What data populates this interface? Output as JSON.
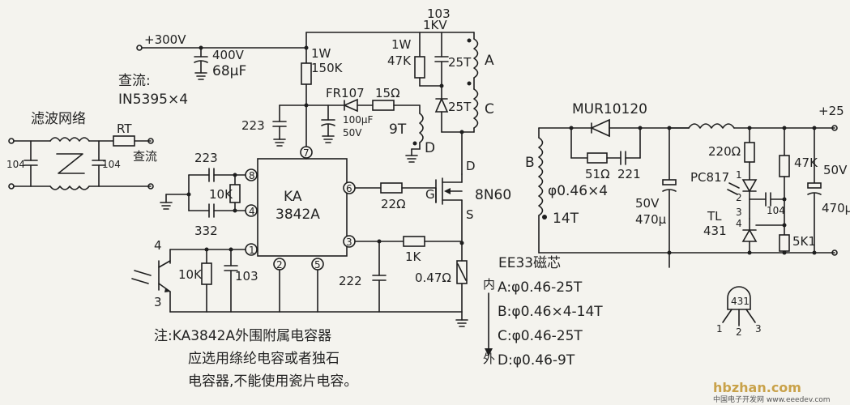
{
  "labels": {
    "v300": "+300V",
    "v25": "+25",
    "c400v": "400V",
    "c68uf": "68μF",
    "r1w_a": "1W",
    "r150k": "150K",
    "c103": "103",
    "c1kv": "1KV",
    "r1w_b": "1W",
    "r47k_a": "47K",
    "wind_25t_a": "25T",
    "wind_a": "A",
    "wind_25t_c": "25T",
    "wind_c": "C",
    "rect_title": "查流:",
    "rect_part": "IN5395×4",
    "filter_net": "滤波网络",
    "rt": "RT",
    "c104_a": "104",
    "c104_b": "104",
    "ac_rect": "查流",
    "fr107": "FR107",
    "r15": "15Ω",
    "c100uf": "100μF",
    "v50_a": "50V",
    "c223_a": "223",
    "wind_9t": "9T",
    "wind_d": "D",
    "pin7": "7",
    "c223_b": "223",
    "pin8": "8",
    "r10k_a": "10K",
    "pin4": "4",
    "c332": "332",
    "ic_line1": "KA",
    "ic_line2": "3842A",
    "pin6": "6",
    "r22": "22Ω",
    "g": "G",
    "d": "D",
    "s": "S",
    "mosfet": "8N60",
    "pin3": "3",
    "r1k": "1K",
    "r047": "0.47Ω",
    "c222": "222",
    "pin2": "2",
    "pin5": "5",
    "pin1": "1",
    "opto_4": "4",
    "opto_3": "3",
    "r10k_b": "10K",
    "c103_b": "103",
    "mur": "MUR10120",
    "r51": "51Ω",
    "c221": "221",
    "wind_b": "B",
    "wind_b_wire": "φ0.46×4",
    "wind_14t": "14T",
    "v50_b": "50V",
    "c470_a": "470μ",
    "r220": "220Ω",
    "pc817": "PC817",
    "pc_1": "1",
    "pc_2": "2",
    "pc_3": "3",
    "pc_4": "4",
    "r47k_b": "47K",
    "c104_c": "104",
    "tl": "TL",
    "t431": "431",
    "r5k1": "5K1",
    "v50_c": "50V",
    "c470_b": "470μ",
    "core": "EE33磁芯",
    "inner": "内",
    "outer": "外",
    "spec_a": "A:φ0.46-25T",
    "spec_b": "B:φ0.46×4-14T",
    "spec_c": "C:φ0.46-25T",
    "spec_d": "D:φ0.46-9T",
    "pkg_431": "431",
    "pkg_1": "1",
    "pkg_2": "2",
    "pkg_3": "3",
    "note1": "注:KA3842A外围附属电容器",
    "note2": "应选用绦纶电容或者独石",
    "note3": "电容器,不能使用瓷片电容。",
    "wm_site": "hbzhan.com",
    "wm_url": "中国电子开发网 www.eeedev.com"
  },
  "colors": {
    "paper": "#f4f3ee",
    "ink": "#1e1e1e",
    "watermark": "#c9a24a"
  }
}
